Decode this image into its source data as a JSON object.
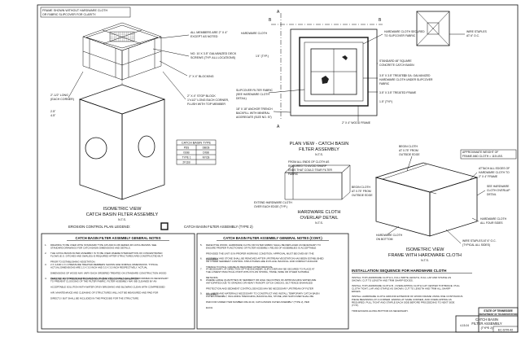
{
  "iso_assembly": {
    "note_top": [
      "FRAME SHOWN WITHOUT HARDWARE CLOTH",
      "OR FABRIC SLIPCOVER FOR CLARITY."
    ],
    "callouts": [
      "ALL MEMBERS ARE 2\" X 4\"",
      "EXCEPT AS NOTED",
      "NO. 10 X 3.5\" GALVANIZED DECK",
      "SCREWS (TYP. ALL LOCATIONS)",
      "2\" X 4\" BLOCKING",
      "2\" X 4\" STOP BLOCK",
      "1\"x1/2\" LONG EACH CORNER,",
      "FLUSH WITH TOP MEMBER",
      "2\"-1/2\" LONG",
      "(EACH CORNER)",
      "2.5\"",
      "4.5\""
    ],
    "title": [
      "ISOMETRIC VIEW",
      "CATCH BASIN FILTER ASSEMBLY"
    ],
    "scale": "N.T.S."
  },
  "basin_table": {
    "title": "CATCH BASIN TYPE",
    "rows": [
      [
        "PDS",
        "DBCB"
      ],
      [
        "ISSB",
        "DISB"
      ],
      [
        "TYPE 1",
        "NYCB"
      ],
      [
        "2F11B",
        ""
      ]
    ]
  },
  "legend": {
    "label": "EROSION CONTROL PLAN LEGEND:",
    "item": "CATCH BASIN FILTER ASSEMBLY (TYPE 2)"
  },
  "plan_view": {
    "section_marks": [
      "A",
      "B",
      "A",
      "B"
    ],
    "callouts": [
      "HARDWARE CLOTH",
      "HARDWARE CLOTH SECURED",
      "TO SLIPCOVER FABRIC",
      "STANDARD 48\" SQUARE",
      "CONCRETE CATCH BASIN",
      "SLIPCOVER FILTER FABRIC",
      "(SEE HARDWARE CLOTH",
      "DETAIL)",
      "1'4\" (TYP.)",
      "3.5\" X 3.5\" TREATED",
      "10 GA. GALVANIZED",
      "HARDWARE CLOTH UNDER SLIPCOVER",
      "FABRIC",
      "3.5\" X 3.5\" TREATED FRAME",
      "18\" X 18\" ANCHOR TRENCH",
      "BACKFILL WITH MINERAL",
      "AGGREGATE (SIZE NO. 57)",
      "1.5\" (TYP.)",
      "2\" X 4\" WOOD FRAME"
    ],
    "title": [
      "PLAN VIEW - CATCH BASIN",
      "FILTER ASSEMBLY"
    ],
    "scale": "N.T.S."
  },
  "overlap_detail": {
    "callouts": [
      "FROM ALL ENDS OF CLOTH AS",
      "REQUIRED TO AVOID SHARP",
      "ENDS THAT COULD TEAR FILTER",
      "FABRIC",
      "EXTEND HARDWARE CLOTH",
      "OVER EACH EDGE (TYP.)",
      "BEGIN CLOTH",
      "AT 0.75\" FROM",
      "OUTSIDE EDGE"
    ],
    "title": [
      "HARDWARE CLOTH",
      "OVERLAP DETAIL"
    ],
    "scale": "N.T.S."
  },
  "iso_cloth": {
    "callouts": [
      "BEGIN CLOTH",
      "AT 0.75\" FROM",
      "OUTSIDE EDGE",
      "APPROXIMATE WEIGHT OF",
      "FRAME AND CLOTH = 115 LBS.",
      "ATTACH ALL EDGES OF",
      "HARDWARE CLOTH TO",
      "2\" X 4\" FRAME",
      "SEE HARDWARE",
      "CLOTH OVERLAP",
      "DETAIL",
      "HARDWARE CLOTH",
      "ALL FOUR SIDES",
      "HARDWARE CLOTH",
      "ON BOTTOM",
      "WIRE STAPLES AT 6\" O.C.",
      "(TYPICAL ALL SIDES)"
    ],
    "title": [
      "ISOMETRIC VIEW",
      "FRAME WITH HARDWARE CLOTH"
    ],
    "scale": "N.T.S."
  },
  "right_top": {
    "callouts": [
      "WIRE STAPLES",
      "AT 6\" O.C."
    ]
  },
  "general_notes": {
    "title": "CATCH BASIN FILTER ASSEMBLY GENERAL NOTES",
    "items": [
      {
        "n": "1.",
        "text": "DRAWING TO BE USED WITH STANDARD TYPE 105 AND D-CB-SERIES 38 CATCH BASINS. SEE STANDARD DRAWINGS FOR CATCH BASIN DIMENSIONS AND DETAILS."
      },
      {
        "n": "2.",
        "text": "THE CATCH BASIN FILTER ASSEMBLY IS TO BE USED WHERE INTERCEPTION OF CONCENTRATED FLOWS (E.G. DITCHES AND SWALES) IS REQUIRED AFTER STRUCTURES ARE CONSTRUCTED BUT PRIOR TO ESTABLISHING VEGETATION."
      },
      {
        "n": "3.",
        "text": "2 X 4 AND 4 X 4 PRESSURE TREATED MEMBERS SHOWN ARE NOMINAL DIMENSIONS. TYPICAL ACTUAL DIMENSIONS ARE 1.5 X 3.5 INCH AND 3.5 X 3.5 INCH RESPECTIVELY. ACTUAL DIMENSIONS OF WOOD MAY VARY EACH ORDERED TREATED ON STANDARD CONSTRUCTION WOOD SHALL BE NO. 2 PRESSURE TREATED SOUTHERN YELLOW PINE OR BETTER."
      },
      {
        "n": "4.",
        "text": "PERIODIC MAINTENANCE AND CLEANING OF THE STRUCTURE SHALL BE PERFORMED AS NECESSARY TO PREVENT CLOGGING OF THE FILTER FABRIC. FILTER ASSEMBLY MAY BE CLEANED BY AN ACCEPTABLE SOLUTION WITH WATER OR BY BRUSHING AND BLOWING CLEAN WITH COMPRESSED AIR. MAINTENANCE AND CLEANING OF STRUCTURES WILL NOT BE MEASURED AND PAID FOR DIRECTLY BUT SHALL BE INCLUDED IN THE PRICE BID FOR THE STRUCTURE."
      }
    ]
  },
  "general_notes_cont": {
    "title": "CATCH BASIN FILTER ASSEMBLY GENERAL NOTES (CONT.)",
    "items": [
      {
        "n": "5.",
        "text": "DEFECTIVE WOOD, HARDWARE CLOTH OR FILTER FABRIC SHALL BE REPLACED AS NECESSARY TO ENSURE PROPER FUNCTIONING OF FILTER ASSEMBLY. REUSE OF ASSEMBLIES IS ACCEPTABLE PROVIDED THE UNIT IS IN PROPER WORKING CONDITION. APPROVAL MUST BE GIVEN BY THE ENGINEER."
      },
      {
        "n": "6.",
        "text": "ASSEMBLY AND STONE SHALL BE REMOVED AFTER UPSTREAM VEGETATION HAS BEEN ESTABLISHED OR OTHER SEDIMENT CONTROL STRUCTURES ARE IN PLACE. BACKFILL AND COMPACT ANCHOR TRENCH TO FINAL GRADE AS REQUIRED AFTER REMOVAL."
      },
      {
        "n": "7.",
        "text": "IF NECESSARY, AT DIRECTION OF THE ENGINEER, SLIPCOVER MAY BE SECURED TO PLACE AT THE LOWEST PRACTICAL POINT WITH NYLON STRING, TWINE, WIRE OR OTHER SUITABLE METHODS."
      },
      {
        "n": "8.",
        "text": "WHERE LARGE QUANTITIES OF SEDIMENT OR HIGH VELOCITIES OF APPROACHING WATER ARE ANTICIPATED DUE TO GRADING OR HEAVY RUNOFF, DITCH CHECKS, SILT FENCE ENHANCED PROTECTION AND SEDIMENT CONTROL DEVICES MAY BE NECESSARY UPSTREAM OF FILTER ASSEMBLY."
      },
      {
        "n": "9.",
        "text": "ALL LABOR AND MATERIALS NECESSARY TO CONSTRUCT AND INSTALL TEMPORARY CATCH BASIN FILTER ASSEMBLY, INCLUDING TRENCHING, BACKFILLING, STONE, AND SLIPCOVER SHALL BE PAID FOR UNDER ITEM NUMBER 209-40.40, CATCH BASIN FILTER ASSEMBLY (TYPE 2), PER EACH."
      }
    ]
  },
  "install_sequence": {
    "title": "INSTALLATION SEQUENCE FOR HARDWARE CLOTH",
    "steps": [
      "INSTALL TOP HARDWARE CLOTH A, FULL WRITE LENGTH, FULL LAP AND STAPLE AS SHOWN. CUT TO LENGTH AND TRIM SHARP EDGES.",
      "INSTALL TOP HARDWARE CLOTH B - OVERLAPPING CLOTH A AT CENTER TOP BRACE. PULL CLOTH TIGHT, LAP, AND STAPLE AS SHOWN. CUT TO LENGTH AND TRIM ALL SHARP EDGES.",
      "INSTALL HARDWARE CLOTH AROUND EXTERIOR OF WOOD FRAME USING ONE CONTINUOUS PIECE BEGINNING AT A CORNER. ENDING AT SAME CORNER, AND OVERLAPPING AS REQUIRED. PULL TIGHT AND STAPLE EACH SIDE BEFORE PROCEEDING TO NEXT SIDE (TYP)."
    ],
    "trim_note": "TRIM EXCESS ALONG BOTTOM AS NECESSARY."
  },
  "title_block": {
    "state": "STATE OF TENNESSEE",
    "dept": "DEPARTMENT OF TRANSPORTATION",
    "dwg_title": [
      "CATCH BASIN",
      "FILTER ASSEMBLY",
      "(TYPE 2)"
    ],
    "date": "4-15-04",
    "dwg_no": "EC-STR-42"
  }
}
